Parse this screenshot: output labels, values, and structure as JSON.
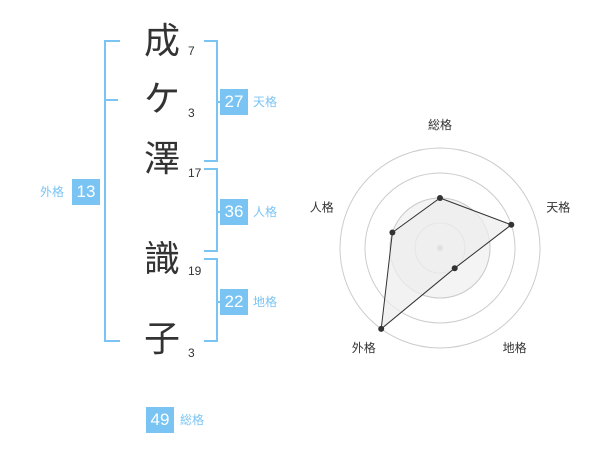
{
  "name": {
    "characters": [
      {
        "char": "成",
        "strokes": "7"
      },
      {
        "char": "ケ",
        "strokes": "3"
      },
      {
        "char": "澤",
        "strokes": "17"
      },
      {
        "char": "識",
        "strokes": "19"
      },
      {
        "char": "子",
        "strokes": "3"
      }
    ]
  },
  "fortune": {
    "tenkaku": {
      "value": "27",
      "label": "天格"
    },
    "jinkaku": {
      "value": "36",
      "label": "人格"
    },
    "chikaku": {
      "value": "22",
      "label": "地格"
    },
    "gaikaku": {
      "value": "13",
      "label": "外格"
    },
    "soukaku": {
      "value": "49",
      "label": "総格"
    }
  },
  "chart_data": {
    "type": "radar",
    "axes": [
      "総格",
      "天格",
      "地格",
      "外格",
      "人格"
    ],
    "levels": 4,
    "values": [
      2,
      3,
      1,
      4,
      2
    ],
    "max": 4,
    "colors": {
      "fill": "#eeeeee",
      "line": "#333333",
      "grid": "#cccccc",
      "center": "#bbbbbb"
    }
  }
}
